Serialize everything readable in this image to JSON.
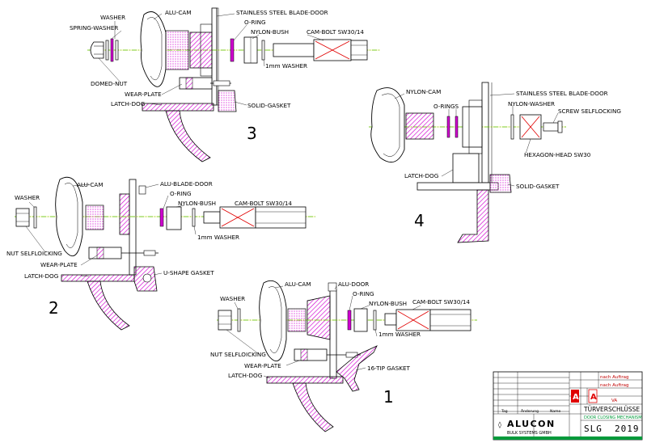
{
  "views": {
    "v3": {
      "number": "3",
      "labels": {
        "washer": "WASHER",
        "spring_washer": "SPRING-WASHER",
        "alu_cam": "ALU-CAM",
        "blade_door": "STAINLESS STEEL BLADE-DOOR",
        "o_ring": "O-RING",
        "nylon_bush": "NYLON-BUSH",
        "cam_bolt": "CAM-BOLT SW30/14",
        "washer_1mm": "1mm WASHER",
        "domed_nut": "DOMED-NUT",
        "wear_plate": "WEAR-PLATE",
        "latch_dog": "LATCH-DOG",
        "solid_gasket": "SOLID-GASKET"
      }
    },
    "v4": {
      "number": "4",
      "labels": {
        "nylon_cam": "NYLON-CAM",
        "blade_door": "STAINLESS STEEL BLADE-DOOR",
        "o_rings": "O-RINGS",
        "nylon_washer": "NYLON-WASHER",
        "screw": "SCREW SELFLOCKING",
        "hex_head": "HEXAGON-HEAD SW30",
        "latch_dog": "LATCH-DOG",
        "solid_gasket": "SOLID-GASKET"
      }
    },
    "v2": {
      "number": "2",
      "labels": {
        "washer": "WASHER",
        "alu_cam": "ALU-CAM",
        "alu_blade_door": "ALU-BLADE-DOOR",
        "o_ring": "O-RING",
        "nylon_bush": "NYLON-BUSH",
        "cam_bolt": "CAM-BOLT SW30/14",
        "washer_1mm": "1mm WASHER",
        "nut": "NUT SELFLOICKING",
        "wear_plate": "WEAR-PLATE",
        "latch_dog": "LATCH-DOG",
        "u_gasket": "U-SHAPE GASKET"
      }
    },
    "v1": {
      "number": "1",
      "labels": {
        "alu_cam": "ALU-CAM",
        "alu_door": "ALU-DOOR",
        "o_ring": "O-RING",
        "washer": "WASHER",
        "nylon_bush": "NYLON-BUSH",
        "cam_bolt": "CAM-BOLT SW30/14",
        "washer_1mm": "1mm WASHER",
        "nut": "NUT SELFLOICKING",
        "wear_plate": "WEAR-PLATE",
        "gasket_16": "16-TIP GASKET",
        "latch_dog": "LATCH-DOG"
      }
    }
  },
  "title_block": {
    "company": "ALUCON",
    "company_sub": "BULK SYSTEMS GMBH",
    "title": "TÜRVERSCHLÜSSE",
    "subtitle": "DOOR CLOSING MECHANISM",
    "code": "SLG",
    "year": "2019",
    "r1": "nach Auftrag",
    "r2": "nach Auftrag",
    "va": "VA",
    "col_tag": "Tag",
    "col_name": "Name",
    "col_rev": "Änderung"
  },
  "colors": {
    "part_pink": "#d000d0",
    "axis_yellow": "#d8d800",
    "bolt_red": "#e00000",
    "axis_green": "#00b000",
    "line": "#000000"
  }
}
